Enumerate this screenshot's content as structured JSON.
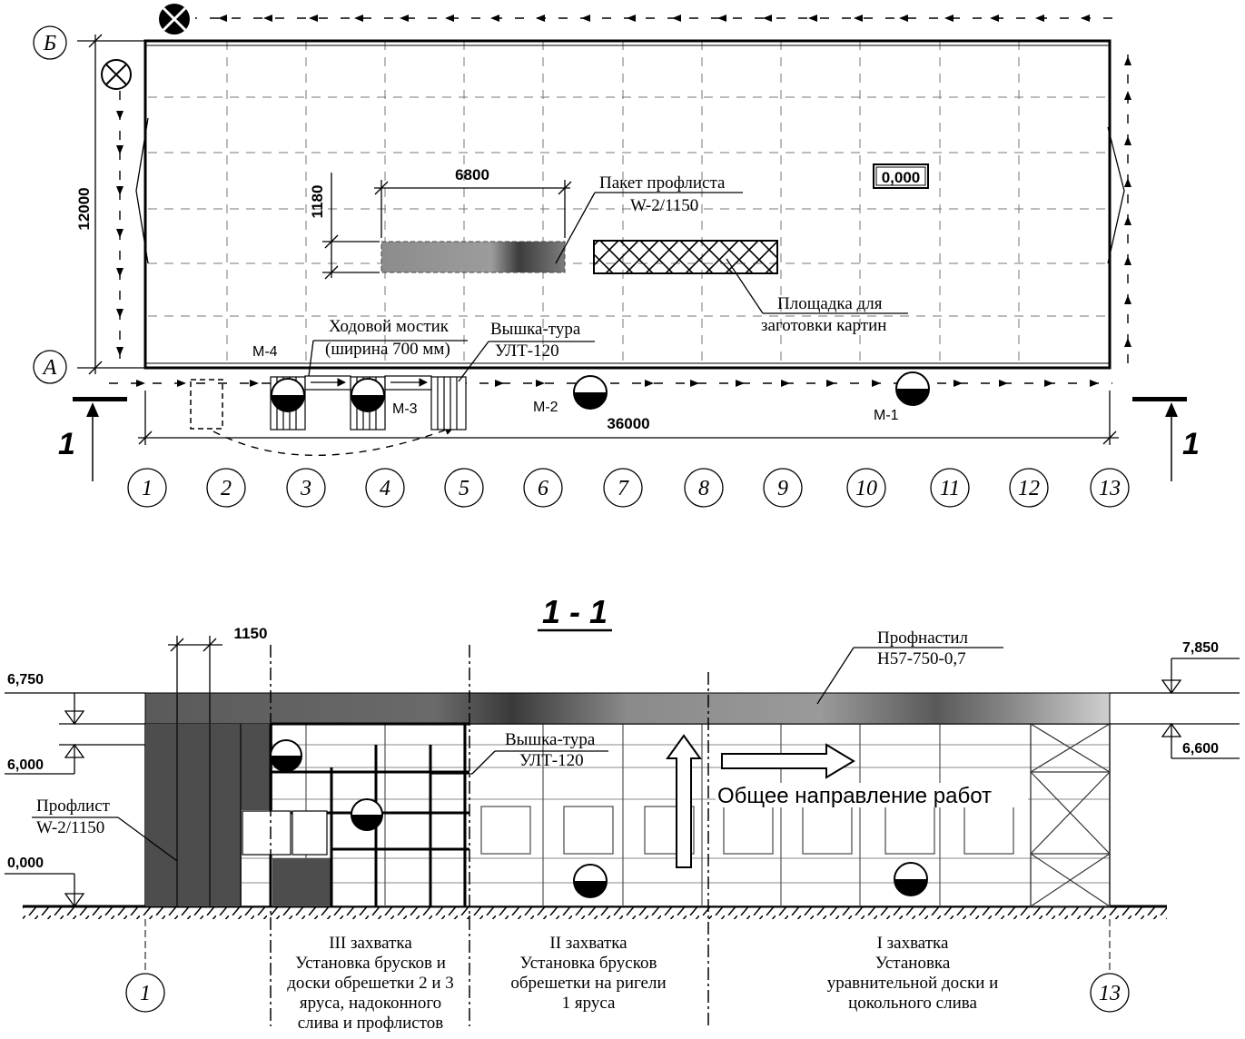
{
  "plan": {
    "axis_row_top": "Б",
    "axis_row_bottom": "А",
    "axis_columns": [
      "1",
      "2",
      "3",
      "4",
      "5",
      "6",
      "7",
      "8",
      "9",
      "10",
      "11",
      "12",
      "13"
    ],
    "dim_height": "12000",
    "dim_length": "36000",
    "dim_package_length": "6800",
    "dim_package_width": "1180",
    "elevation_zero": "0,000",
    "package_label_line1": "Пакет профлиста",
    "package_label_line2": "W-2/1150",
    "platform_label_line1": "Площадка для",
    "platform_label_line2": "заготовки картин",
    "walkway_label_line1": "Ходовой мостик",
    "walkway_label_line2": "(ширина 700 мм)",
    "tower_label_line1": "Вышка-тура",
    "tower_label_line2": "УЛТ-120",
    "mechanisms": [
      "М-4",
      "М-3",
      "М-2",
      "М-1"
    ],
    "section_mark": "1"
  },
  "section": {
    "title": "1 - 1",
    "dim_panel": "1150",
    "elev_6750": "6,750",
    "elev_6000": "6,000",
    "elev_0000": "0,000",
    "elev_7850": "7,850",
    "elev_6600": "6,600",
    "profnastil_line1": "Профнастил",
    "profnastil_line2": "Н57-750-0,7",
    "proflist_line1": "Профлист",
    "proflist_line2": "W-2/1150",
    "tower_line1": "Вышка-тура",
    "tower_line2": "УЛТ-120",
    "direction_label": "Общее направление работ",
    "axis_left": "1",
    "axis_right": "13",
    "stage3": [
      "III захватка",
      "Установка брусков и",
      "доски обрешетки 2 и 3",
      "яруса, надоконного",
      "слива и профлистов"
    ],
    "stage2": [
      "II захватка",
      "Установка брусков",
      "обрешетки на ригели",
      "1 яруса"
    ],
    "stage1": [
      "I захватка",
      "Установка",
      "уравнительной доски и",
      "цокольного слива"
    ]
  }
}
